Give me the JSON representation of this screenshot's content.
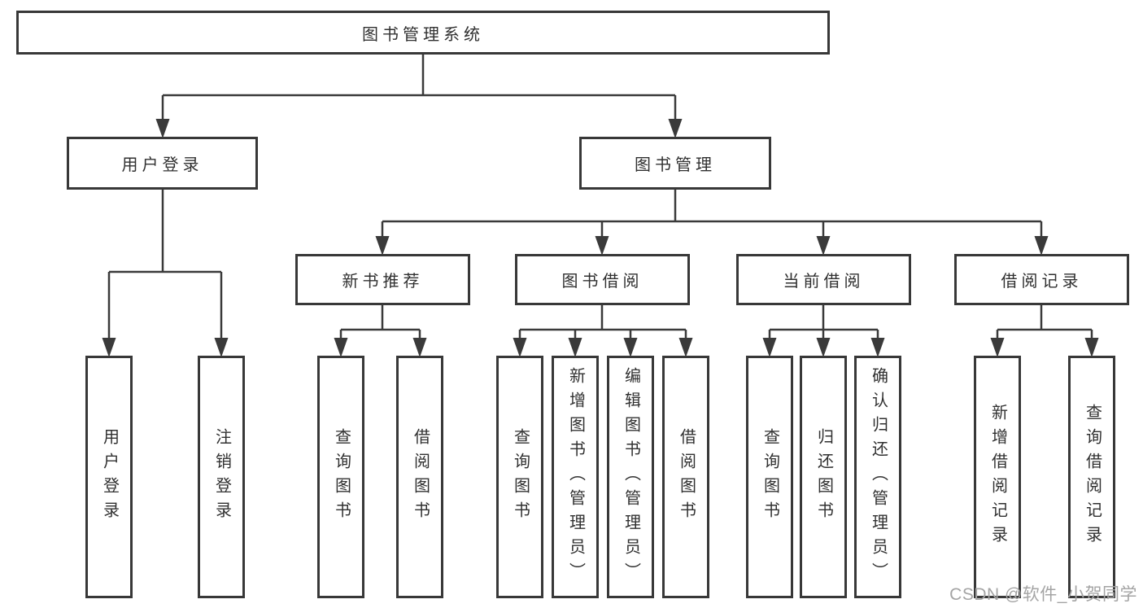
{
  "root": {
    "label": "图书管理系统"
  },
  "level2": [
    {
      "label": "用户登录",
      "children": [
        {
          "label": "用户登录"
        },
        {
          "label": "注销登录"
        }
      ]
    },
    {
      "label": "图书管理",
      "modules": [
        {
          "label": "新书推荐",
          "children": [
            {
              "label": "查询图书"
            },
            {
              "label": "借阅图书"
            }
          ]
        },
        {
          "label": "图书借阅",
          "children": [
            {
              "label": "查询图书"
            },
            {
              "label": "新增图书（管理员）"
            },
            {
              "label": "编辑图书（管理员）"
            },
            {
              "label": "借阅图书"
            }
          ]
        },
        {
          "label": "当前借阅",
          "children": [
            {
              "label": "查询图书"
            },
            {
              "label": "归还图书"
            },
            {
              "label": "确认归还（管理员）"
            }
          ]
        },
        {
          "label": "借阅记录",
          "children": [
            {
              "label": "新增借阅记录"
            },
            {
              "label": "查询借阅记录"
            }
          ]
        }
      ]
    }
  ],
  "watermark": {
    "text": "CSDN @软件_小贺同学"
  },
  "colors": {
    "line": "#3a3a3a",
    "border": "#383838",
    "text": "#303030",
    "watermark": "#a4a4a4",
    "background": "#ffffff"
  }
}
